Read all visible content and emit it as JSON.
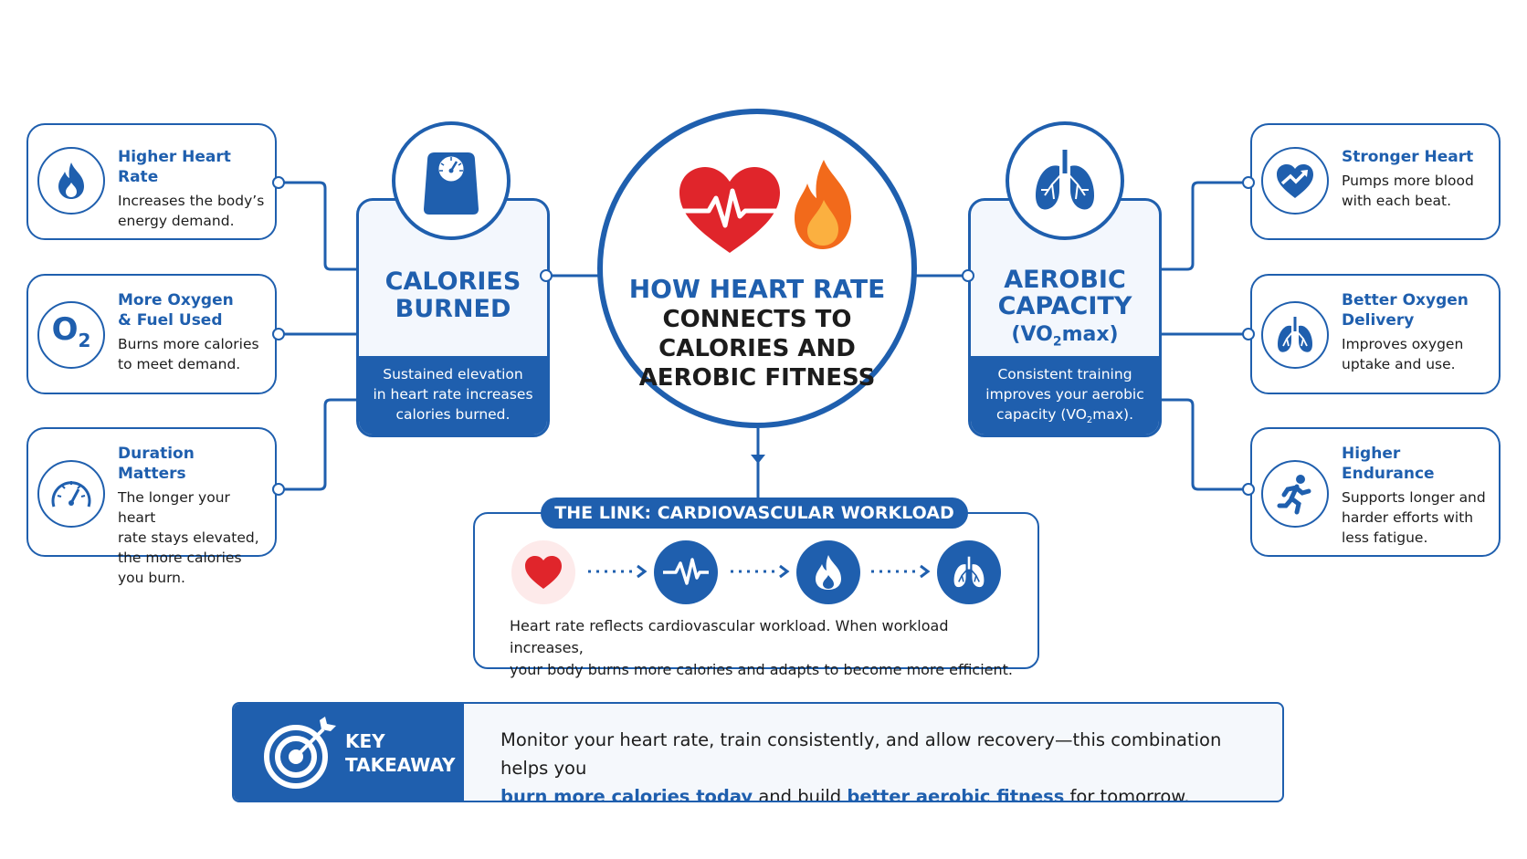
{
  "center": {
    "title": "HOW HEART RATE",
    "line2": "CONNECTS TO",
    "line3": "CALORIES AND",
    "line4": "AEROBIC FITNESS"
  },
  "calories": {
    "title1": "CALORIES",
    "title2": "BURNED",
    "desc1": "Sustained elevation",
    "desc2": "in heart rate increases",
    "desc3": "calories burned."
  },
  "aerobic": {
    "title1": "AEROBIC",
    "title2": "CAPACITY",
    "title3_pre": "(VO",
    "title3_sub": "2",
    "title3_post": "max)",
    "desc1": "Consistent training",
    "desc2": "improves your aerobic",
    "desc3_pre": "capacity (VO",
    "desc3_sub": "2",
    "desc3_post": "max)."
  },
  "left_cards": [
    {
      "title": "Higher Heart Rate",
      "d1": "Increases the body’s",
      "d2": "energy demand.",
      "icon": "flame-icon"
    },
    {
      "title1": "More Oxygen",
      "title2": "& Fuel Used",
      "d1": "Burns more calories",
      "d2": "to meet demand.",
      "icon": "o2-icon",
      "icon_text": "O",
      "icon_sub": "2"
    },
    {
      "title": "Duration Matters",
      "d1": "The longer your heart",
      "d2": "rate stays elevated,",
      "d3": "the more calories",
      "d4": "you burn.",
      "icon": "gauge-icon"
    }
  ],
  "right_cards": [
    {
      "title": "Stronger Heart",
      "d1": "Pumps more blood",
      "d2": "with each beat.",
      "icon": "heart-trend-icon"
    },
    {
      "title1": "Better Oxygen",
      "title2": "Delivery",
      "d1": "Improves oxygen",
      "d2": "uptake and use.",
      "icon": "lungs-icon"
    },
    {
      "title": "Higher Endurance",
      "d1": "Supports longer and",
      "d2": "harder efforts with",
      "d3": "less fatigue.",
      "icon": "runner-icon"
    }
  ],
  "link": {
    "pill": "THE LINK: CARDIOVASCULAR WORKLOAD",
    "text1": "Heart rate reflects cardiovascular workload. When workload increases,",
    "text2": "your body burns more calories and adapts to become more efficient.",
    "flow_icons": [
      "heart-icon",
      "pulse-icon",
      "flame-icon",
      "lungs-icon"
    ]
  },
  "takeaway": {
    "label1": "KEY",
    "label2": "TAKEAWAY",
    "line1": "Monitor your heart rate, train consistently, and allow recovery—this combination helps you",
    "hl1": "burn more calories today",
    "mid": " and build ",
    "hl2": "better aerobic fitness",
    "end": " for tomorrow."
  },
  "colors": {
    "primary": "#1f5fae",
    "heart_red": "#e0252b",
    "flame_orange": "#f26a1b"
  }
}
